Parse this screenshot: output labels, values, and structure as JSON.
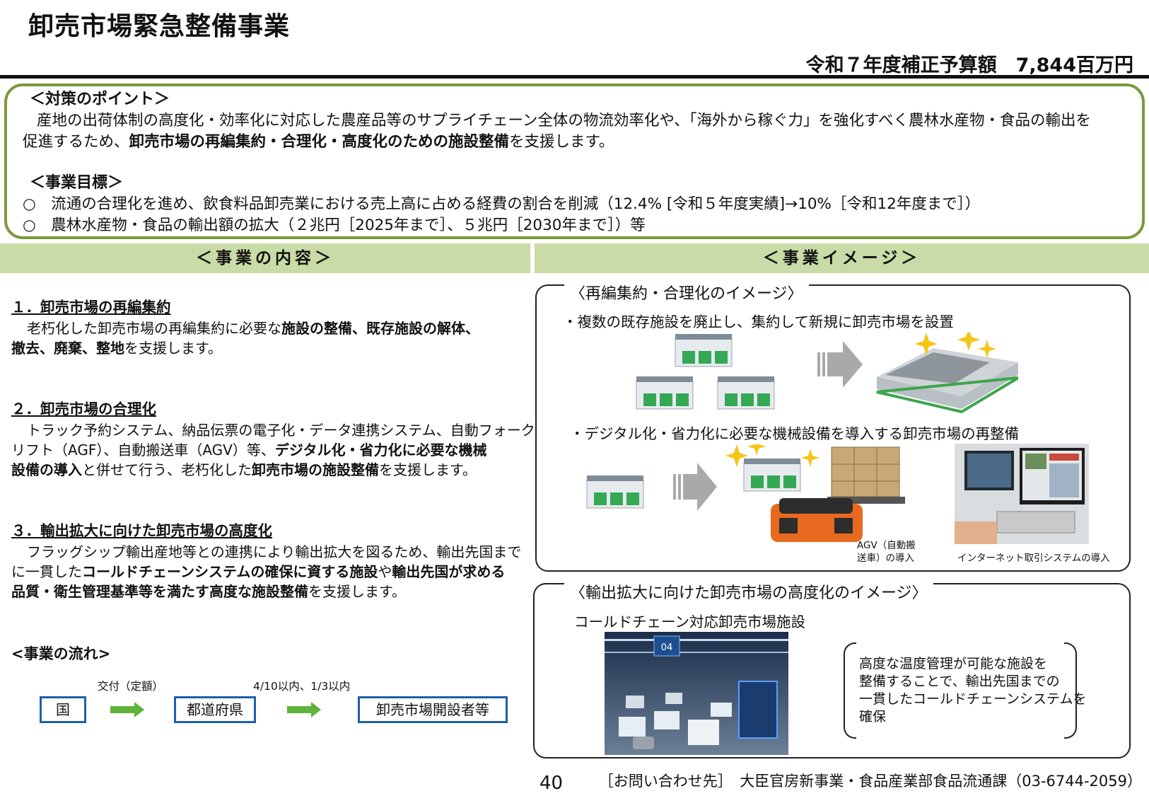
{
  "header": {
    "title": "卸売市場緊急整備事業",
    "budget": "令和７年度補正予算額　7,844百万円"
  },
  "points": {
    "heading": "＜対策のポイント＞",
    "line1": "産地の出荷体制の高度化・効率化に対応した農産品等のサプライチェーン全体の物流効率化や、「海外から稼ぐ力」を強化すべく農林水産物・食品の輸出を",
    "line2_prefix": "促進するため、",
    "line2_bold": "卸売市場の再編集約・合理化・高度化のための施設整備",
    "line2_suffix": "を支援します。",
    "goal_heading": "＜事業目標＞",
    "goal1": "○　流通の合理化を進め、飲食料品卸売業における売上高に占める経費の割合を削減（12.4% [令和５年度実績]→10%［令和12年度まで］）",
    "goal2": "○　農林水産物・食品の輸出額の拡大（２兆円［2025年まで］、５兆円［2030年まで］）等"
  },
  "bars": {
    "content": "＜事業の内容＞",
    "image": "＜事業イメージ＞"
  },
  "sections": {
    "s1": {
      "title": "１．卸売市場の再編集約",
      "l1_a": "老朽化した卸売市場の再編集約に必要な",
      "l1_b": "施設の整備、既存施設の解体、",
      "l2_b": "撤去、廃棄、整地",
      "l2_c": "を支援します。"
    },
    "s2": {
      "title": "２．卸売市場の合理化",
      "l1": "トラック予約システム、納品伝票の電子化・データ連携システム、自動フォーク",
      "l2_a": "リフト（AGF）、自動搬送車（AGV）等、",
      "l2_b": "デジタル化・省力化に必要な機械",
      "l3_b": "設備の導入",
      "l3_c": "と併せて行う、老朽化した",
      "l3_d": "卸売市場の施設整備",
      "l3_e": "を支援します。"
    },
    "s3": {
      "title": "３．輸出拡大に向けた卸売市場の高度化",
      "l1": "フラッグシップ輸出産地等との連携により輸出拡大を図るため、輸出先国まで",
      "l2_a": "に一貫した",
      "l2_b": "コールドチェーンシステムの確保に資する施設",
      "l2_c": "や",
      "l2_d": "輸出先国が求める",
      "l3_b": "品質・衛生管理基準等を満たす高度な施設整備",
      "l3_c": "を支援します。"
    }
  },
  "flow": {
    "title": "<事業の流れ>",
    "label1": "交付（定額）",
    "label2": "4/10以内、1/3以内",
    "box1": "国",
    "box2": "都道府県",
    "box3": "卸売市場開設者等",
    "arrow_color": "#5fb33a"
  },
  "image1": {
    "caption": "〈再編集約・合理化のイメージ〉",
    "bullet1": "・複数の既存施設を廃止し、集約して新規に卸売市場を設置",
    "bullet2": "・デジタル化・省力化に必要な機械設備を導入する卸売市場の再整備",
    "agv_cap1": "AGV（自動搬",
    "agv_cap2": "送車）の導入",
    "net_cap": "インターネット取引システムの導入"
  },
  "image2": {
    "caption": "〈輸出拡大に向けた卸売市場の高度化のイメージ〉",
    "sub": "コールドチェーン対応卸売市場施設",
    "desc1": "高度な温度管理が可能な施設を",
    "desc2": "整備することで、輸出先国までの",
    "desc3": "一貫したコールドチェーンシステムを",
    "desc4": "確保",
    "sign": "04"
  },
  "footer": {
    "page": "40",
    "contact": "［お問い合わせ先］　大臣官房新事業・食品産業部食品流通課（03-6744-2059）"
  },
  "colors": {
    "frame_green": "#7a9a3a",
    "bar_green": "#c9dba6",
    "flow_blue": "#1f5fa8"
  }
}
